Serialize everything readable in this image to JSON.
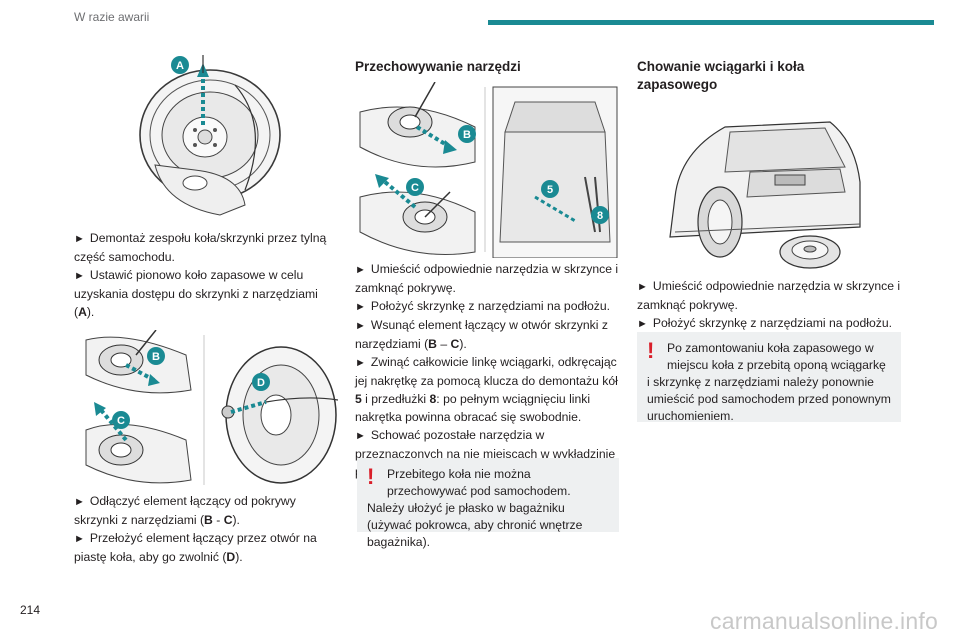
{
  "header": {
    "section": "W razie awarii"
  },
  "page_number": "214",
  "watermark": "carmanualsonline.info",
  "colors": {
    "accent": "#1a8a93",
    "warning": "#d91f2a",
    "box_bg": "#eef0f1"
  },
  "col1": {
    "fig1_labels": {
      "a": "A"
    },
    "para1": [
      "Demontaż zespołu koła/skrzynki przez tylną część samochodu.",
      "Ustawić pionowo koło zapasowe w celu uzyskania dostępu do skrzynki z narzędziami ("
    ],
    "para1_bold_a": "A",
    "para1_tail": ").",
    "fig2_labels": {
      "b": "B",
      "c": "C",
      "d": "D"
    },
    "para2_line1_pre": "Odłączyć element łączący od pokrywy skrzynki z narzędziami (",
    "para2_b": "B",
    "para2_dash": " - ",
    "para2_c": "C",
    "para2_line1_post": ").",
    "para2_line2_pre": "Przełożyć element łączący przez otwór na piastę koła, aby go zwolnić (",
    "para2_d": "D",
    "para2_line2_post": ")."
  },
  "col2": {
    "title": "Przechowywanie narzędzi",
    "fig_labels": {
      "b": "B",
      "c": "C",
      "five": "5",
      "eight": "8"
    },
    "bullet1": "Umieścić odpowiednie narzędzia w skrzynce i zamknąć pokrywę.",
    "bullet2": "Położyć skrzynkę z narzędziami na podłożu.",
    "bullet3_pre": "Wsunąć element łączący w otwór skrzynki z narzędziami (",
    "bullet3_b": "B",
    "bullet3_dash": " – ",
    "bullet3_c": "C",
    "bullet3_post": ").",
    "bullet4_pre": "Zwinąć całkowicie linkę wciągarki, odkręcając jej nakrętkę za pomocą klucza do demontażu kół ",
    "bullet4_5": "5",
    "bullet4_mid": " i przedłużki ",
    "bullet4_8": "8",
    "bullet4_post": ": po pełnym wciągnięciu linki nakrętka powinna obracać się swobodnie.",
    "bullet5": "Schować pozostałe narzędzia w przeznaczonych na nie miejscach w wykładzinie progu bagażnika.",
    "warning_line1": "Przebitego koła nie można",
    "warning_line2": "przechowywać pod samochodem.",
    "warning_rest": "Należy ułożyć je płasko w bagażniku (używać pokrowca, aby chronić wnętrze bagażnika)."
  },
  "col3": {
    "title_line1": "Chowanie wciągarki i koła",
    "title_line2": "zapasowego",
    "bullet1": "Umieścić odpowiednie narzędzia w skrzynce i zamknąć pokrywę.",
    "bullet2": "Położyć skrzynkę z narzędziami na podłożu.",
    "warning_line1": "Po zamontowaniu koła zapasowego w",
    "warning_line2": "miejscu koła z przebitą oponą wciągarkę",
    "warning_rest": "i skrzynkę z narzędziami należy ponownie umieścić pod samochodem przed ponownym uruchomieniem."
  }
}
